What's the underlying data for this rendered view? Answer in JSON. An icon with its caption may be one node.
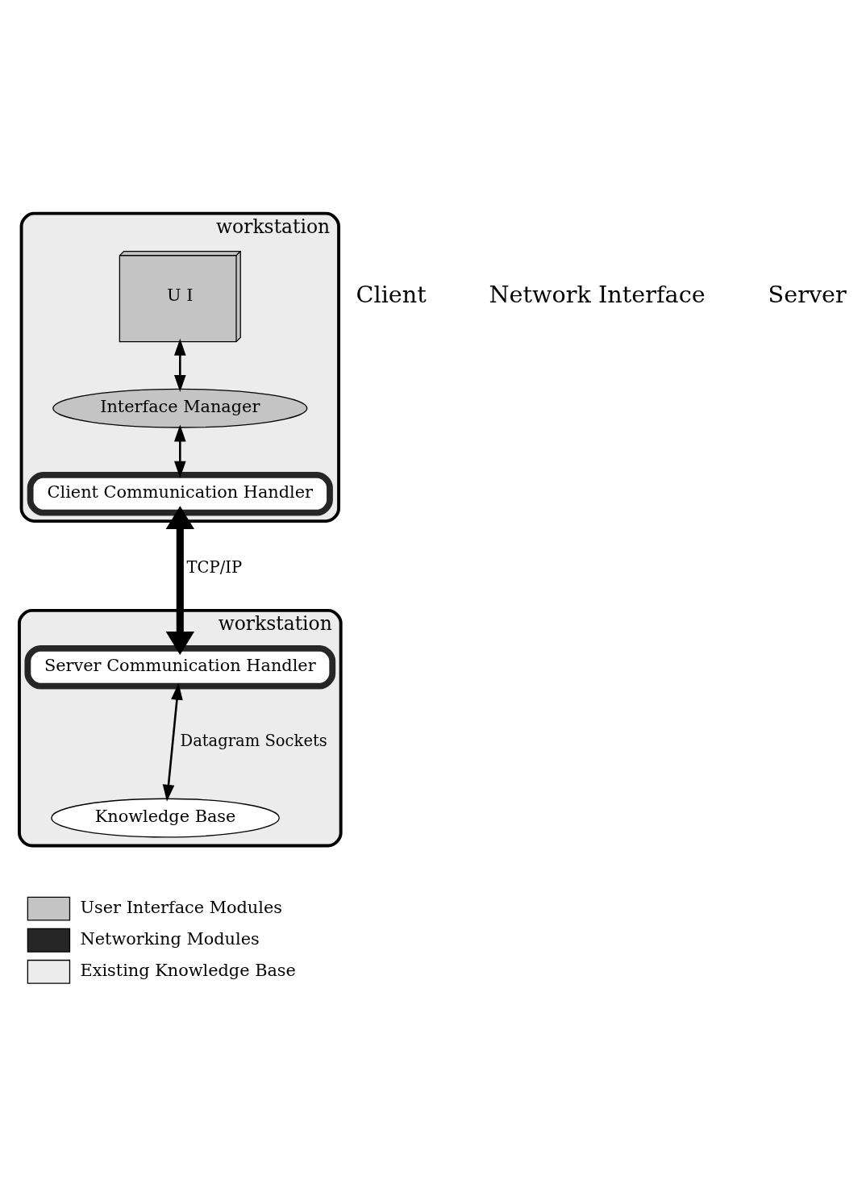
{
  "diagram": {
    "nodes": [
      {
        "text": [
          "workstation"
        ]
      },
      {
        "text": [
          "U I"
        ],
        "in": 0
      },
      {
        "text": [
          "Interface Manager"
        ],
        "in": 0
      },
      {
        "text": [
          "Client Communication Handler"
        ],
        "in": 0
      },
      {
        "text": [
          "workstation"
        ]
      },
      {
        "text": [
          "Server Communication Handler"
        ],
        "in": 4
      },
      {
        "text": [
          "Knowledge Base"
        ],
        "in": 4
      }
    ],
    "edges": [
      {
        "from": 1,
        "to": 2,
        "arrow": "both"
      },
      {
        "from": 2,
        "to": 3,
        "arrow": "both"
      },
      {
        "from": 3,
        "to": 5,
        "arrow": "both",
        "label": "TCP/IP",
        "style": "thick"
      },
      {
        "from": 5,
        "to": 6,
        "arrow": "both",
        "label": "Datagram Sockets"
      }
    ],
    "labels": [
      "Client",
      "Network Interface",
      "Server"
    ],
    "legend": [
      {
        "text": "User Interface Modules",
        "color": "#c4c4c4"
      },
      {
        "text": "Networking Modules",
        "color": "#262626"
      },
      {
        "text": "Existing Knowledge Base",
        "color": "#ececec"
      }
    ]
  }
}
